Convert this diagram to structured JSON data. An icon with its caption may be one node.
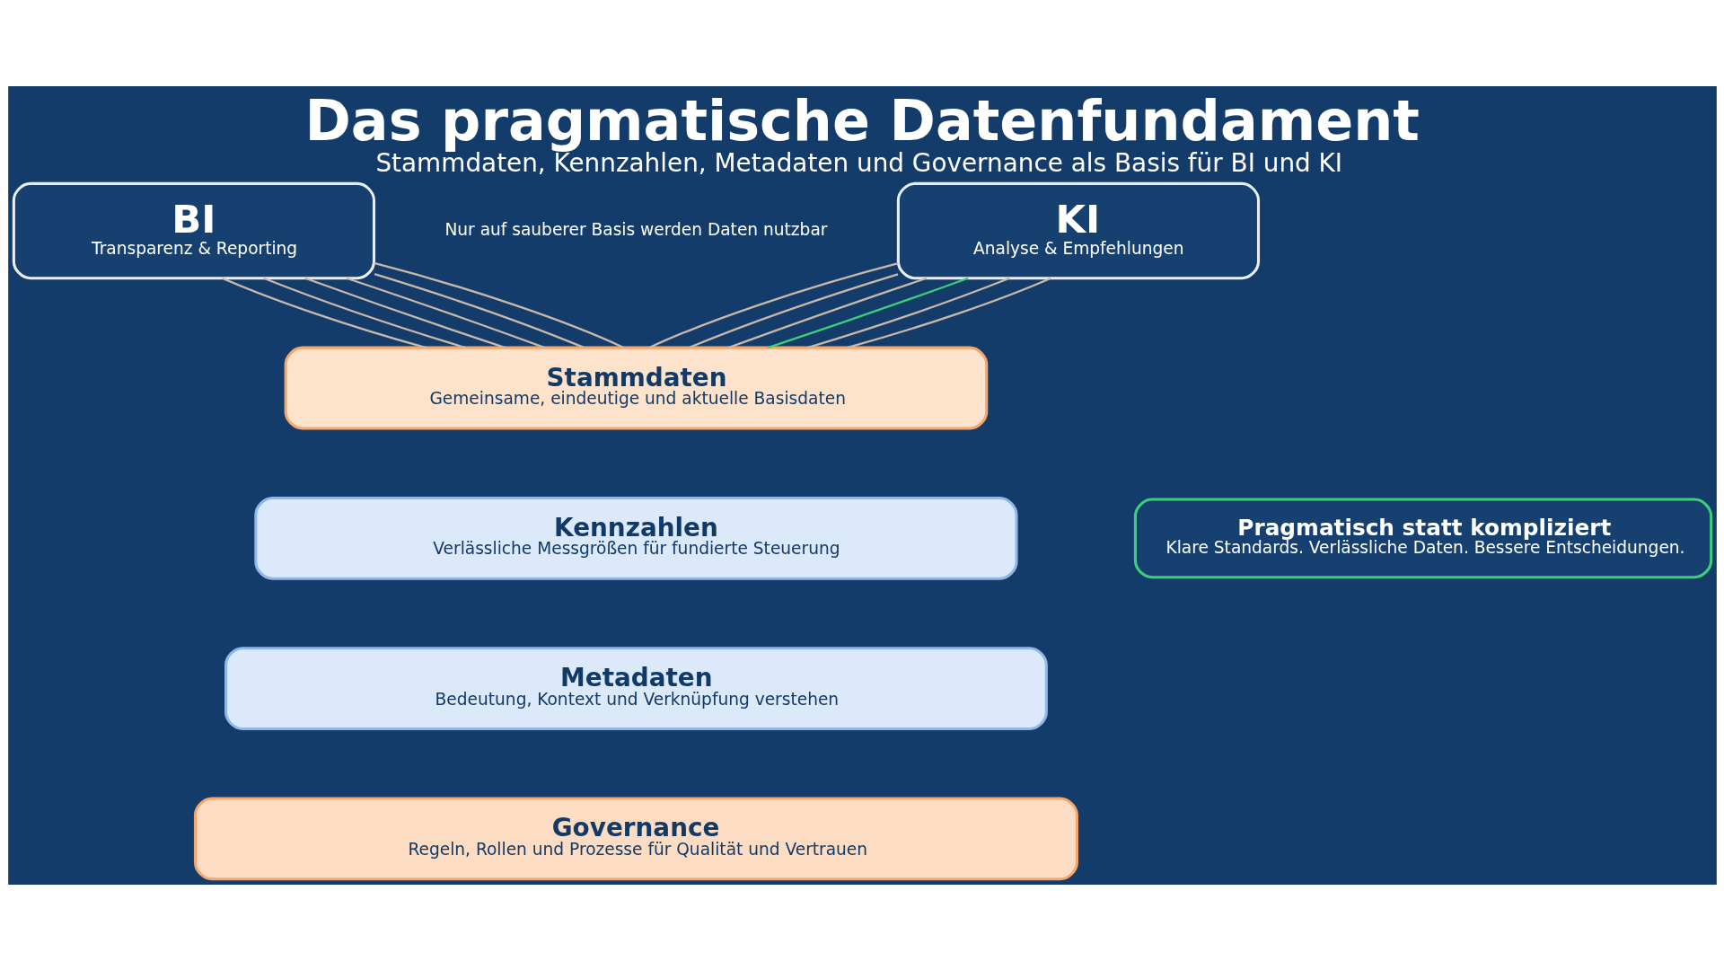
{
  "diagram": {
    "title": "Das pragmatische Datenfundament",
    "caption": "Stammdaten, Kennzahlen, Metadaten und Governance als Basis für BI und KI",
    "nodes": [
      {
        "text": [
          "BI",
          "Transparenz & Reporting"
        ]
      },
      {
        "text": [
          "KI",
          "Analyse & Empfehlungen"
        ]
      },
      {
        "text": [
          "Stammdaten",
          "Gemeinsame, eindeutige und aktuelle Basisdaten"
        ]
      },
      {
        "text": [
          "Kennzahlen",
          "Verlässliche Messgrößen für fundierte Steuerung"
        ]
      },
      {
        "text": [
          "Metadaten",
          "Bedeutung, Kontext und Verknüpfung verstehen"
        ]
      },
      {
        "text": [
          "Governance",
          "Regeln, Rollen und Prozesse für Qualität und Vertrauen"
        ]
      },
      {
        "text": [
          "Pragmatisch statt kompliziert",
          "Klare Standards. Verlässliche Daten. Bessere Entscheidungen."
        ]
      }
    ],
    "edges": [
      {
        "from": 0,
        "to": 2,
        "arrow": "none"
      },
      {
        "from": 0,
        "to": 2,
        "arrow": "none"
      },
      {
        "from": 0,
        "to": 2,
        "arrow": "none"
      },
      {
        "from": 0,
        "to": 2,
        "arrow": "none"
      },
      {
        "from": 0,
        "to": 2,
        "arrow": "none"
      },
      {
        "from": 0,
        "to": 2,
        "arrow": "none"
      },
      {
        "from": 1,
        "to": 2,
        "arrow": "none"
      },
      {
        "from": 1,
        "to": 2,
        "arrow": "none"
      },
      {
        "from": 1,
        "to": 2,
        "arrow": "none"
      },
      {
        "from": 1,
        "to": 2,
        "arrow": "none",
        "color": "#3ccf7a"
      },
      {
        "from": 1,
        "to": 2,
        "arrow": "none"
      },
      {
        "from": 1,
        "to": 2,
        "arrow": "none"
      }
    ],
    "labels": [
      "Nur auf sauberer Basis werden Daten nutzbar"
    ]
  }
}
